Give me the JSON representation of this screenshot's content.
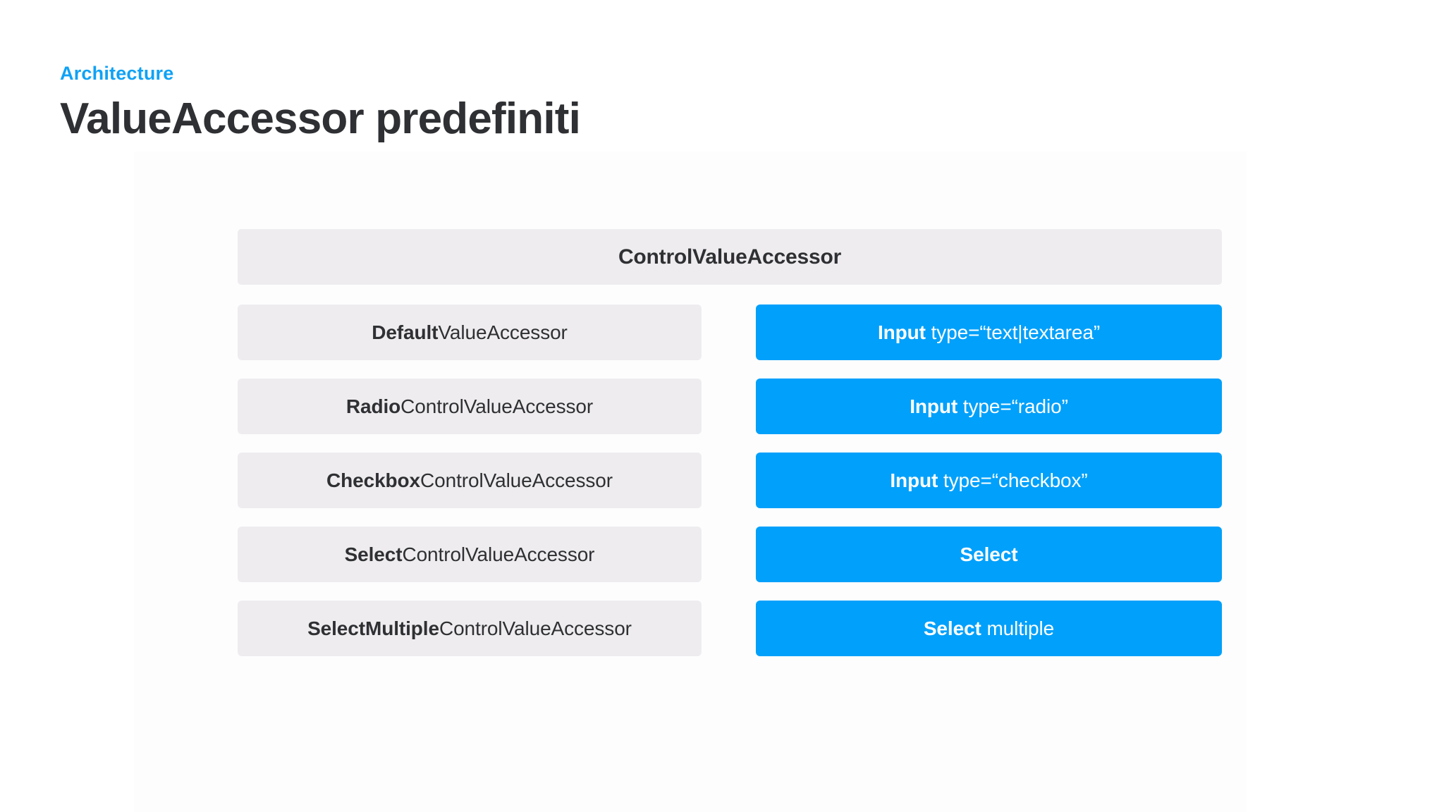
{
  "header": {
    "eyebrow": "Architecture",
    "title": "ValueAccessor predefiniti"
  },
  "colors": {
    "accent_blue": "#00a0fb",
    "eyebrow_blue": "#0fa2f5",
    "box_grey": "#eeecef",
    "text_dark": "#2f3033",
    "text_light": "#ffffff",
    "page_background": "#ffffff"
  },
  "diagram": {
    "root": {
      "label": "ControlValueAccessor"
    },
    "rows": [
      {
        "accessor_bold": "Default",
        "accessor_rest": "ValueAccessor",
        "element_bold": "Input",
        "element_rest": " type=“text|textarea”"
      },
      {
        "accessor_bold": "Radio",
        "accessor_rest": "ControlValueAccessor",
        "element_bold": "Input",
        "element_rest": " type=“radio”"
      },
      {
        "accessor_bold": "Checkbox",
        "accessor_rest": "ControlValueAccessor",
        "element_bold": "Input",
        "element_rest": " type=“checkbox”"
      },
      {
        "accessor_bold": "Select",
        "accessor_rest": "ControlValueAccessor",
        "element_bold": "Select",
        "element_rest": ""
      },
      {
        "accessor_bold": "SelectMultiple",
        "accessor_rest": "ControlValueAccessor",
        "element_bold": "Select",
        "element_rest": " multiple"
      }
    ]
  }
}
